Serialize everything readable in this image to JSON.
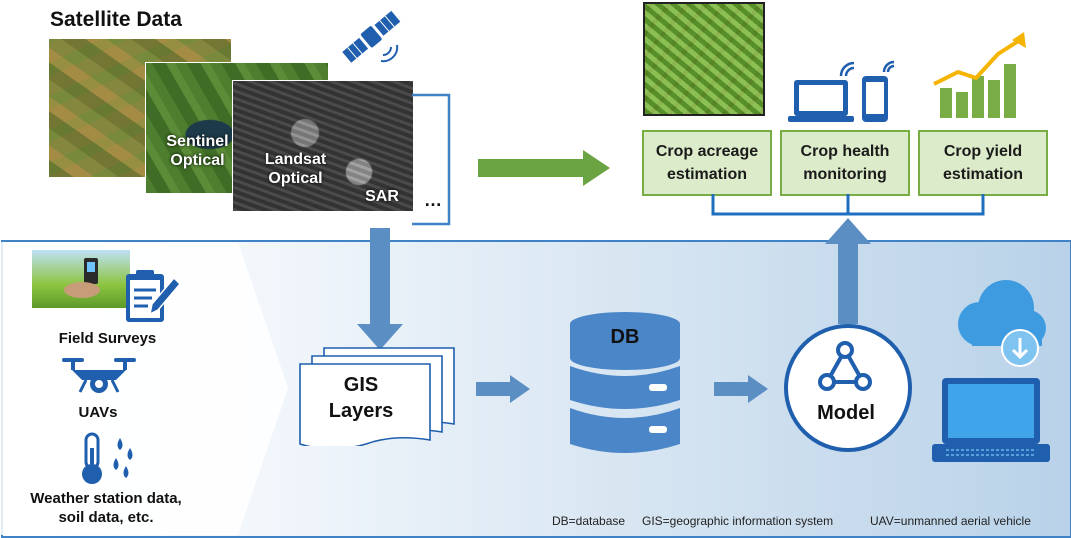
{
  "satellite": {
    "title": "Satellite Data",
    "sources": [
      {
        "label": "Sentinel\nOptical"
      },
      {
        "label": "Landsat\nOptical"
      },
      {
        "label": "SAR"
      }
    ],
    "more": "…"
  },
  "outputs": [
    {
      "label": "Crop acreage\nestimation"
    },
    {
      "label": "Crop health\nmonitoring"
    },
    {
      "label": "Crop yield\nestimation"
    }
  ],
  "inputs": {
    "field_surveys": "Field Surveys",
    "uavs": "UAVs",
    "weather": "Weather station data,\nsoil data, etc."
  },
  "pipeline": {
    "gis": "GIS\nLayers",
    "db": "DB",
    "model": "Model"
  },
  "footnotes": [
    "DB=database",
    "GIS=geographic information system",
    "UAV=unmanned aerial vehicle"
  ],
  "colors": {
    "green_accent": "#78ad45",
    "blue_accent": "#3f83c6",
    "arrow_blue": "#5b8ec2",
    "db_blue": "#4a86c8"
  },
  "icons": [
    "satellite-icon",
    "clipboard-icon",
    "drone-icon",
    "thermometer-icon",
    "droplets-icon",
    "laptop-icon",
    "phone-icon",
    "wifi-icon",
    "bar-chart-icon",
    "trend-arrow-icon",
    "database-icon",
    "model-network-icon",
    "cloud-download-icon"
  ]
}
